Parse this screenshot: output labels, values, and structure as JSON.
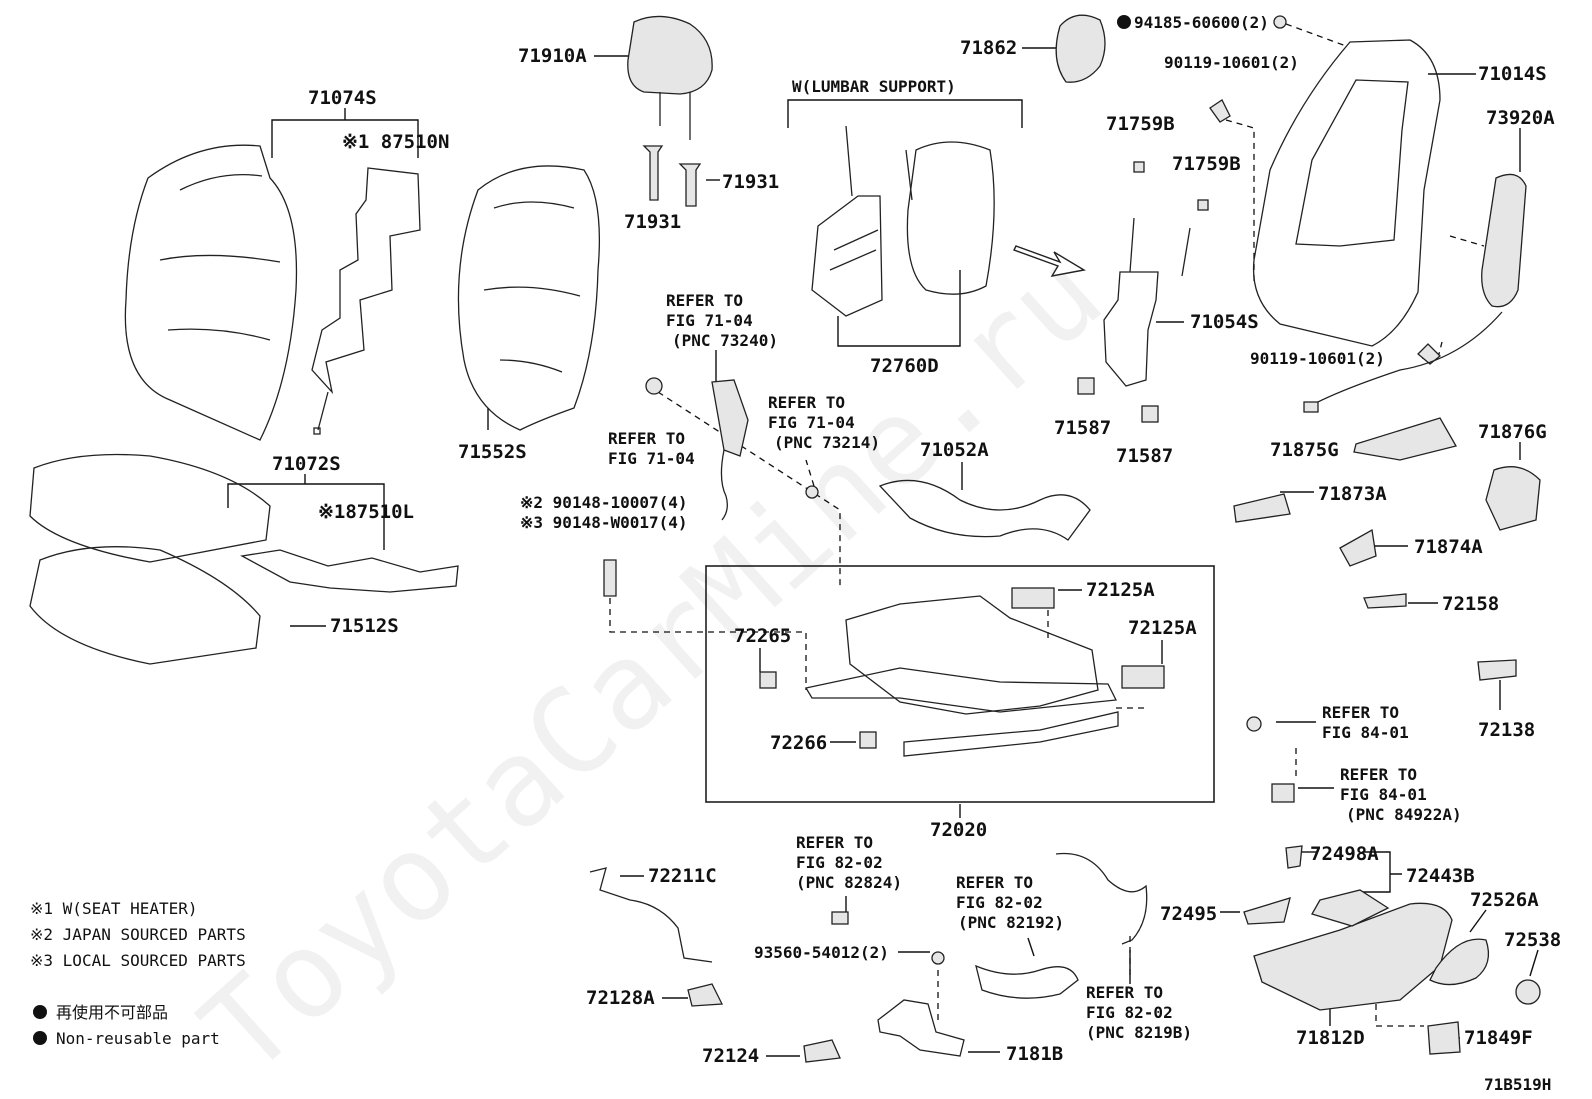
{
  "watermark": "ToyotaCarMine.ru",
  "figure_code": "71B519H",
  "labels": {
    "p71074S": "71074S",
    "p87510N": "※1 87510N",
    "p71910A": "71910A",
    "p71931a": "71931",
    "p71931b": "71931",
    "p71862": "71862",
    "p94185": "94185-60600(2)",
    "p90119a": "90119-10601(2)",
    "p71014S": "71014S",
    "p73920A": "73920A",
    "p71759Ba": "71759B",
    "p71759Bb": "71759B",
    "p71054S": "71054S",
    "p90119b": "90119-10601(2)",
    "p72760D": "72760D",
    "p71587a": "71587",
    "p71587b": "71587",
    "p71072S": "71072S",
    "p71552S": "71552S",
    "p87510L": "※187510L",
    "p71512S": "71512S",
    "p71052A": "71052A",
    "p90148a": "※2 90148-10007(4)",
    "p90148b": "※3 90148-W0017(4)",
    "p71875G": "71875G",
    "p71876G": "71876G",
    "p71873A": "71873A",
    "p71874A": "71874A",
    "p72158": "72158",
    "p72138": "72138",
    "p72125Aa": "72125A",
    "p72125Ab": "72125A",
    "p72265": "72265",
    "p72266": "72266",
    "p72020": "72020",
    "p72211C": "72211C",
    "p72128A": "72128A",
    "p72124": "72124",
    "p93560": "93560-54012(2)",
    "p7181B": "7181B",
    "p72498A": "72498A",
    "p72443B": "72443B",
    "p72495": "72495",
    "p72526A": "72526A",
    "p72538": "72538",
    "p71812D": "71812D",
    "p71849F": "71849F"
  },
  "lumbar_label": "W(LUMBAR SUPPORT)",
  "refs": {
    "r1": [
      "REFER TO",
      "FIG 71-04",
      "(PNC 73240)"
    ],
    "r2": [
      "REFER TO",
      "FIG 71-04"
    ],
    "r3": [
      "REFER TO",
      "FIG 71-04",
      "(PNC 73214)"
    ],
    "r4": [
      "REFER TO",
      "FIG 84-01"
    ],
    "r5": [
      "REFER TO",
      "FIG 84-01",
      "(PNC 84922A)"
    ],
    "r6": [
      "REFER TO",
      "FIG 82-02",
      "(PNC 82824)"
    ],
    "r7": [
      "REFER TO",
      "FIG 82-02",
      "(PNC 82192)"
    ],
    "r8": [
      "REFER TO",
      "FIG 82-02",
      "(PNC 8219B)"
    ]
  },
  "notes": {
    "n1": "※1 W(SEAT HEATER)",
    "n2": "※2 JAPAN SOURCED PARTS",
    "n3": "※3 LOCAL SOURCED PARTS"
  },
  "legend": {
    "jp": "再使用不可部品",
    "en": "Non-reusable part"
  }
}
